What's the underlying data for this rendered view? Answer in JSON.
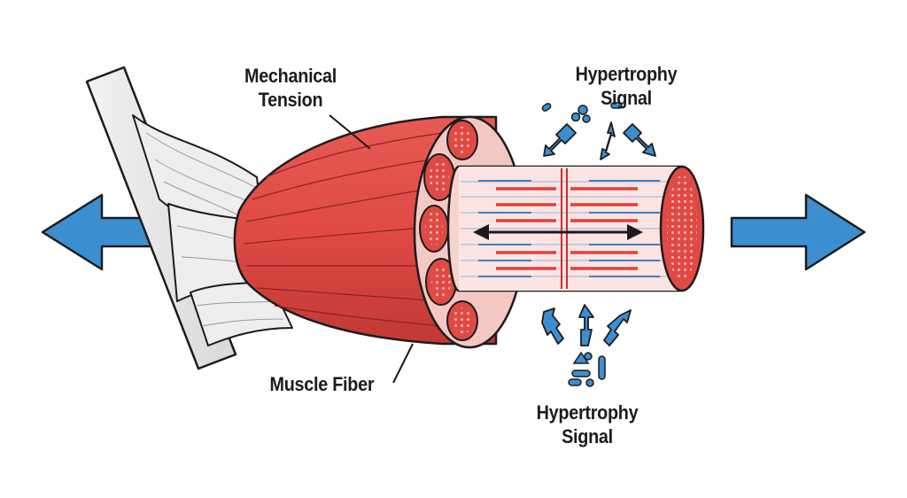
{
  "labels": {
    "mechanical_tension": {
      "line1": "Mechanical",
      "line2": "Tension"
    },
    "hypertrophy_signal_top": {
      "line1": "Hypertrophy",
      "line2": "Signal"
    },
    "hypertrophy_signal_bottom": {
      "line1": "Hypertrophy",
      "line2": "Signal"
    },
    "muscle_fiber": "Muscle Fiber"
  },
  "icons": {
    "left_arrow": "pull-left-arrow-icon",
    "right_arrow": "pull-right-arrow-icon",
    "force_arrow": "double-headed-arrow-icon",
    "signal_arrows": "dashed-arrow-icon",
    "signal_molecules": "molecule-dots-icon"
  },
  "colors": {
    "muscle_red": "#e04a45",
    "muscle_dark": "#b8302d",
    "fiber_pink": "#f7d3cf",
    "signal_blue": "#3b8fd1",
    "tendon_gray": "#e3e3e3",
    "outline": "#1c1c1c"
  }
}
